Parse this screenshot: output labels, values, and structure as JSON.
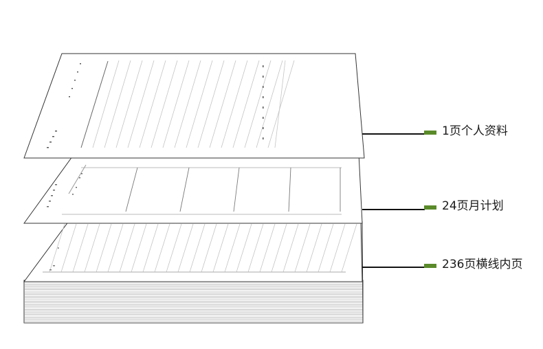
{
  "callouts": [
    {
      "label": "1页个人资料"
    },
    {
      "label": "24页月计划"
    },
    {
      "label": "236页横线内页"
    }
  ],
  "colors": {
    "marker": "#5a8a2a",
    "leader": "#111111",
    "paper_edge": "#333333",
    "paper_line": "#bdbdbd"
  }
}
